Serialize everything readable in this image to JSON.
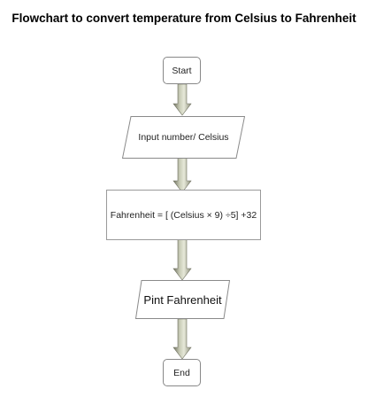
{
  "title": "Flowchart to convert temperature from Celsius to Fahrenheit",
  "nodes": {
    "start": {
      "label": "Start",
      "shape": "terminal"
    },
    "input": {
      "label": "Input number/ Celsius",
      "shape": "parallelogram"
    },
    "compute": {
      "label": "Fahrenheit = [ (Celsius × 9) ÷5] +32",
      "shape": "process"
    },
    "print": {
      "label": "Pint Fahrenheit",
      "shape": "parallelogram"
    },
    "end": {
      "label": "End",
      "shape": "terminal"
    }
  },
  "colors": {
    "arrow_light": "#dcdfcc",
    "arrow_dark": "#6f7160",
    "border": "#8a8a8a"
  }
}
